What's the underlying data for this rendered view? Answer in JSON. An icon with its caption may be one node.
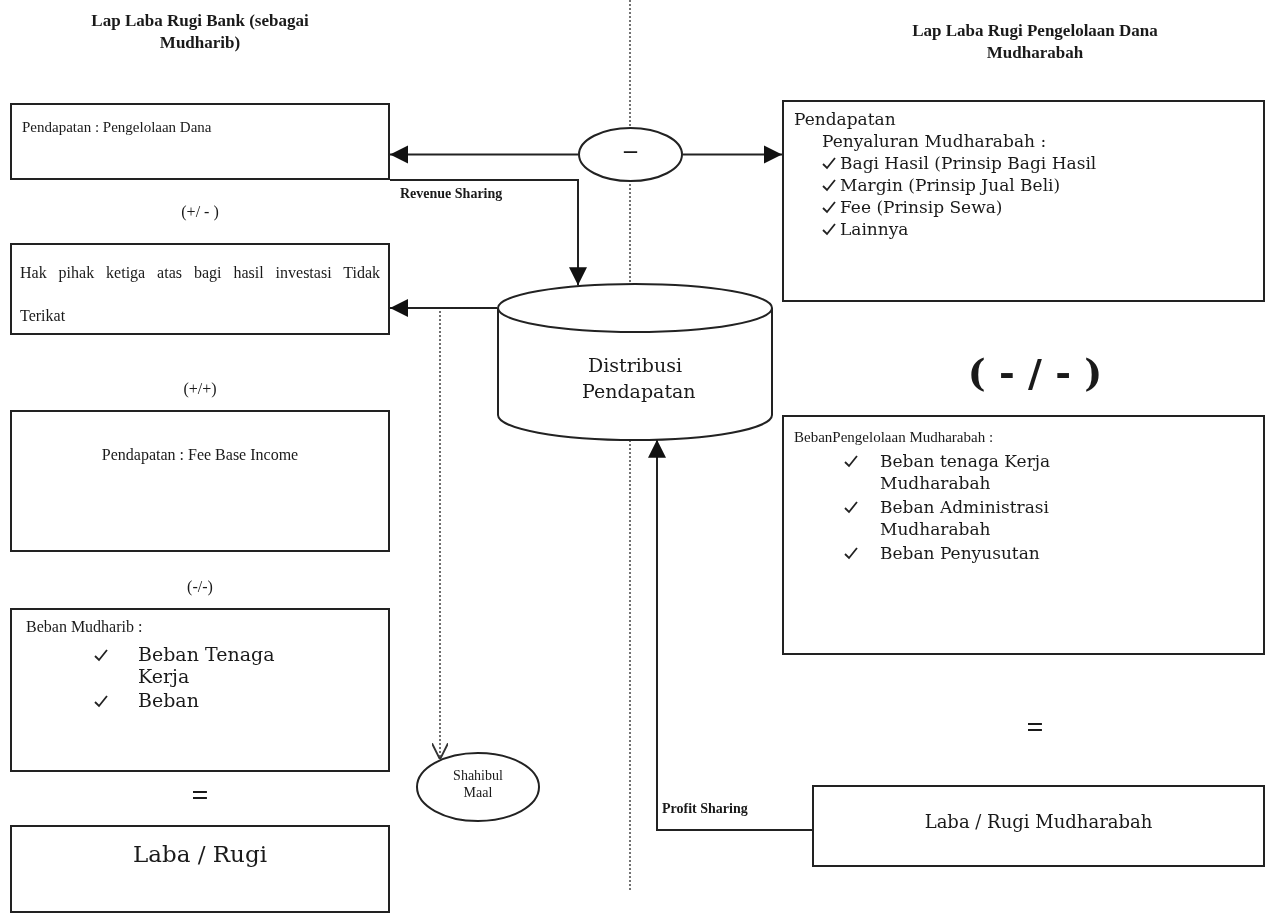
{
  "diagram": {
    "nodes": [
      {
        "text": [
          "Pendapatan : Pengelolaan Dana"
        ]
      },
      {
        "text": [
          "Hak pihak ketiga atas bagi hasil investasi Tidak Terikat"
        ]
      },
      {
        "text": [
          "Pendapatan : Fee Base Income"
        ]
      },
      {
        "text": [
          "Beban Mudharib :",
          "Beban Tenaga Kerja",
          "Beban"
        ]
      },
      {
        "text": [
          "Laba / Rugi"
        ]
      },
      {
        "text": [
          "–"
        ]
      },
      {
        "text": [
          "Distribusi Pendapatan"
        ]
      },
      {
        "text": [
          "Shahibul Maal"
        ]
      },
      {
        "text": [
          "Pendapatan",
          "Penyaluran Mudharabah :",
          "Bagi Hasil (Prinsip Bagi Hasil",
          "Margin (Prinsip Jual Beli)",
          "Fee (Prinsip Sewa)",
          "Lainnya"
        ]
      },
      {
        "text": [
          "BebanPengelolaan Mudharabah :",
          "Beban tenaga Kerja Mudharabah",
          "Beban Administrasi Mudharabah",
          "Beban Penyusutan"
        ]
      },
      {
        "text": [
          "Laba / Rugi Mudharabah"
        ]
      }
    ],
    "edges": [
      {
        "from": 5,
        "to": 0,
        "arrow": "to"
      },
      {
        "from": 5,
        "to": 8,
        "arrow": "to"
      },
      {
        "from": 0,
        "to": 6,
        "arrow": "to",
        "label": "Revenue Sharing"
      },
      {
        "from": 6,
        "to": 1,
        "arrow": "to"
      },
      {
        "from": 6,
        "to": 7,
        "arrow": "to",
        "style": "dashed"
      },
      {
        "from": 10,
        "to": 6,
        "arrow": "to",
        "label": "Profit Sharing"
      }
    ],
    "labels": [
      "Lap Laba Rugi Bank (sebagai Mudharib)",
      "Lap Laba Rugi Pengelolaan Dana Mudharabah",
      "(+/ - )",
      "(+/+)",
      "(-/-)",
      "=",
      "( - / - )",
      "="
    ]
  }
}
